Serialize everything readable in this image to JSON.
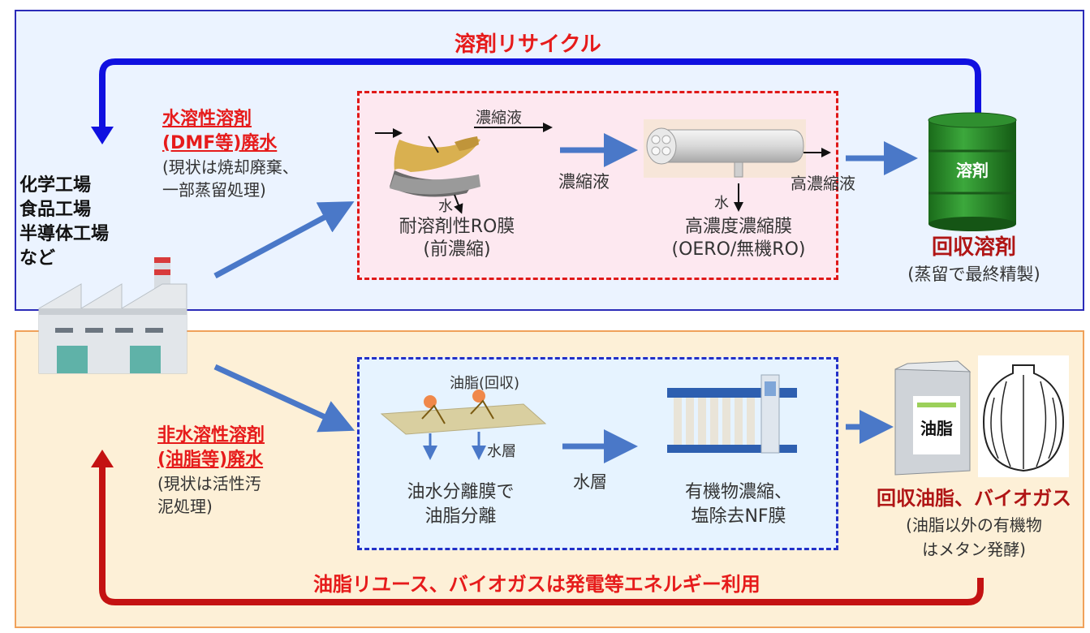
{
  "top_title": "溶剤リサイクル",
  "bottom_title": "油脂リユース、バイオガスは発電等エネルギー利用",
  "factory": {
    "lines": [
      "化学工場",
      "食品工場",
      "半導体工場",
      "など"
    ]
  },
  "top_source": {
    "title_line1": "水溶性溶剤",
    "title_line2": "(DMF等)廃水",
    "note_line1": "(現状は焼却廃棄、",
    "note_line2": "一部蒸留処理)"
  },
  "bottom_source": {
    "title_line1": "非水溶性溶剤",
    "title_line2": "(油脂等)廃水",
    "note_line1": "(現状は活性汚",
    "note_line2": "泥処理)"
  },
  "ro": {
    "top_label": "濃縮液",
    "water": "水",
    "name_line1": "耐溶剤性RO膜",
    "name_line2": "(前濃縮)"
  },
  "mid_concentrate": "濃縮液",
  "oero": {
    "water": "水",
    "high_conc": "高濃縮液",
    "name_line1": "高濃度濃縮膜",
    "name_line2": "(OERO/無機RO)"
  },
  "drum": {
    "label": "溶剤",
    "caption": "回収溶剤",
    "note": "(蒸留で最終精製)"
  },
  "oil_sep": {
    "oil_label": "油脂(回収)",
    "water_layer": "水層",
    "name_line1": "油水分離膜で",
    "name_line2": "油脂分離"
  },
  "mid_water": "水層",
  "nf": {
    "name_line1": "有機物濃縮、",
    "name_line2": "塩除去NF膜"
  },
  "oil_product": {
    "can_label": "油脂",
    "caption": "回収油脂、バイオガス",
    "note_line1": "(油脂以外の有機物",
    "note_line2": "はメタン発酵)"
  },
  "colors": {
    "red": "#e61b1b",
    "dark_red": "#b01515",
    "blue_arrow": "#4a78c8",
    "recycle_blue": "#1010e0",
    "recycle_red": "#c41212"
  }
}
